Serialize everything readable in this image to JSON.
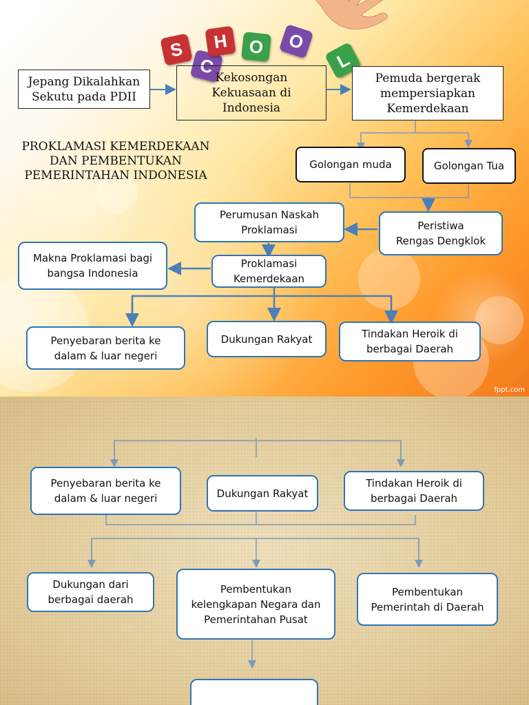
{
  "slide1": {
    "school_letters": [
      "S",
      "C",
      "H",
      "O",
      "O",
      "L"
    ],
    "school_colors": [
      "#c83232",
      "#7a4aa8",
      "#c83232",
      "#3aa04a",
      "#7a4aa8",
      "#3aa04a"
    ],
    "title": "PROKLAMASI KEMERDEKAAN\nDAN PEMBENTUKAN\nPEMERINTAHAN INDONESIA",
    "boxes": {
      "jepang": "Jepang Dikalahkan\nSekutu pada PDII",
      "kekosongan": "Kekosongan\nKekuasaan di\nIndonesia",
      "pemuda": "Pemuda bergerak\nmempersiapkan\nKemerdekaan",
      "golongan_muda": "Golongan muda",
      "golongan_tua": "Golongan Tua",
      "perumusan": "Perumusan Naskah\nProklamasi",
      "rengas": "Peristiwa\nRengas Dengklok",
      "makna": "Makna Proklamasi bagi\nbangsa Indonesia",
      "proklamasi": "Proklamasi\nKemerdekaan",
      "penyebaran": "Penyebaran berita ke\ndalam & luar negeri",
      "dukungan_rakyat": "Dukungan Rakyat",
      "tindakan": "Tindakan Heroik di\nberbagai Daerah"
    },
    "credit": "fppt.com"
  },
  "slide2": {
    "boxes": {
      "penyebaran": "Penyebaran berita ke\ndalam & luar negeri",
      "dukungan_rakyat": "Dukungan Rakyat",
      "tindakan": "Tindakan Heroik di\nberbagai Daerah",
      "dukungan_daerah": "Dukungan dari\nberbagai daerah",
      "kelengkapan": "Pembentukan\nkelengkapan Negara dan\nPemerintahan Pusat",
      "pemerintah_daerah": "Pembentukan\nPemerintah di Daerah",
      "bottom": ""
    }
  }
}
